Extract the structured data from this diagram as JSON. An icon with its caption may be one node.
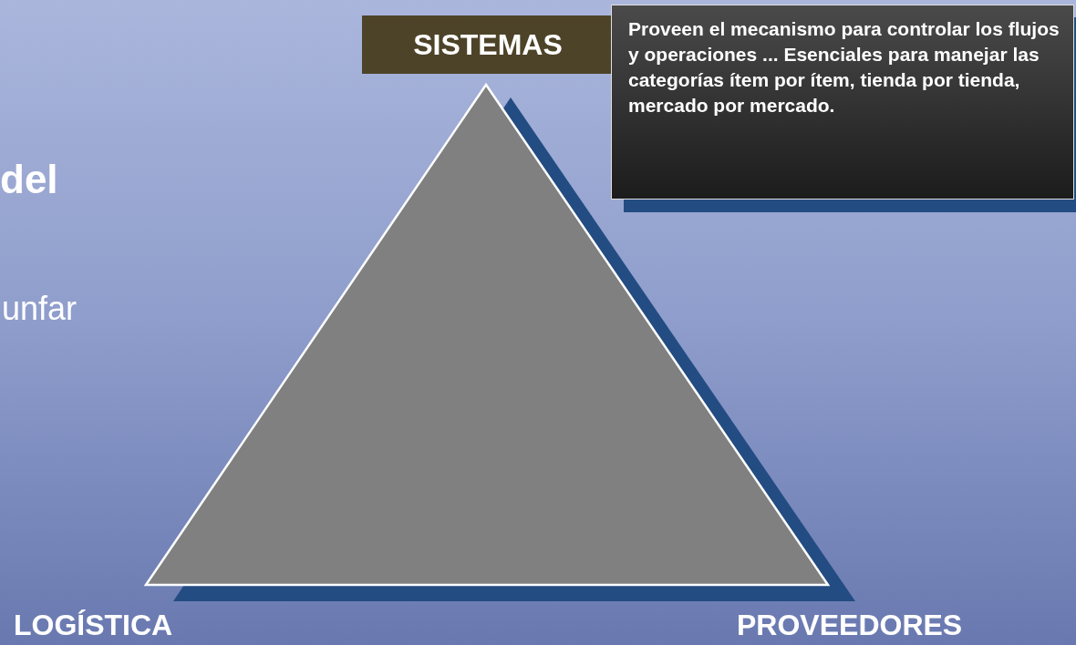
{
  "diagram": {
    "nodes": [
      {
        "text": [
          "SISTEMAS"
        ]
      },
      {
        "text": [
          "Proveen el mecanismo para controlar los flujos y operaciones ... Esenciales para manejar las categorías ítem por ítem, tienda por tienda, mercado por mercado."
        ]
      }
    ],
    "labels": [
      "del",
      "unfar",
      "LOGÍSTICA",
      "PROVEEDORES"
    ]
  }
}
